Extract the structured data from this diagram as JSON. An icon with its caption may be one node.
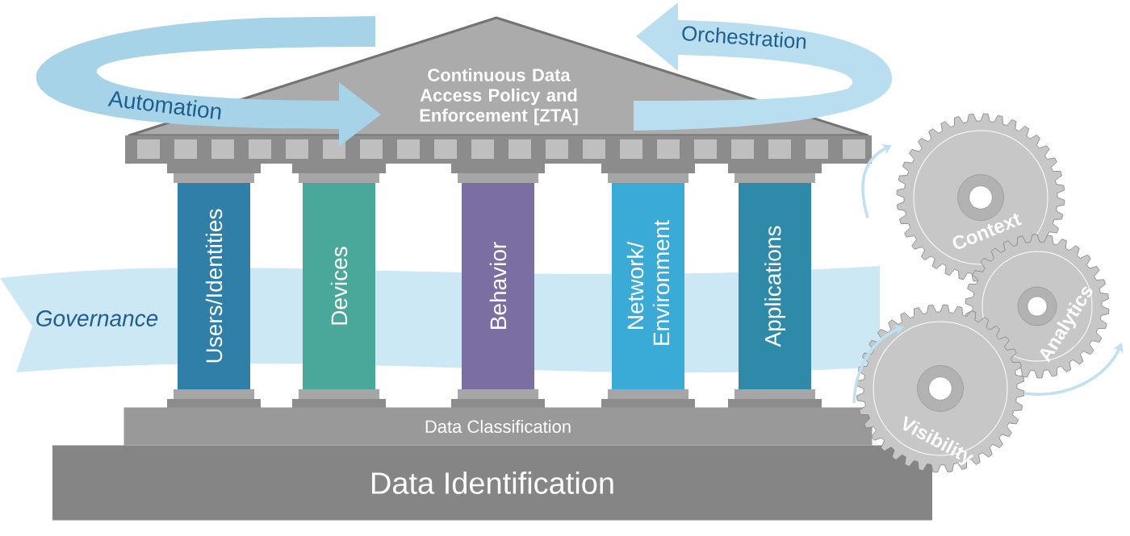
{
  "diagram": {
    "nodes": [
      {
        "text": [
          "Automation"
        ]
      },
      {
        "text": [
          "Orchestration"
        ]
      },
      {
        "text": [
          "Continuous Data Access Policy and Enforcement [ZTA]"
        ]
      },
      {
        "text": [
          "Users/Identities"
        ]
      },
      {
        "text": [
          "Devices"
        ]
      },
      {
        "text": [
          "Behavior"
        ]
      },
      {
        "text": [
          "Network/ Environment"
        ]
      },
      {
        "text": [
          "Applications"
        ]
      },
      {
        "text": [
          "Governance"
        ]
      },
      {
        "text": [
          "Context"
        ]
      },
      {
        "text": [
          "Analytics"
        ]
      },
      {
        "text": [
          "Visibility"
        ]
      },
      {
        "text": [
          "Data Classification"
        ]
      },
      {
        "text": [
          "Data Identification"
        ]
      }
    ]
  }
}
